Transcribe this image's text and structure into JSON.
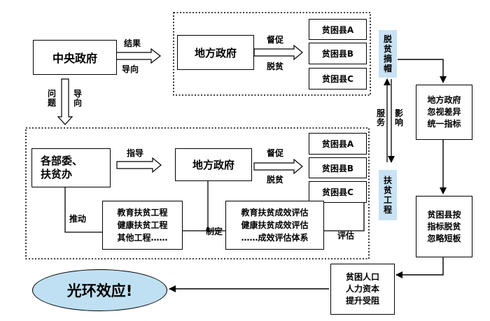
{
  "central_gov": "中央政府",
  "top": {
    "arrow_label_top": "结果",
    "arrow_label_bottom": "导向",
    "local_gov": "地方政府",
    "supervise_top": "督促",
    "supervise_bottom": "脱贫",
    "counties": [
      "贫困县A",
      "贫困县B",
      "贫困县C"
    ]
  },
  "down_arrow_labels": [
    "问题",
    "导向"
  ],
  "bottom": {
    "departments": [
      "各部委、",
      "扶贫办"
    ],
    "guide_label": "指导",
    "local_gov": "地方政府",
    "supervise_top": "督促",
    "supervise_bottom": "脱贫",
    "counties": [
      "贫困县A",
      "贫困县B",
      "贫困县C"
    ],
    "push_label": "推动",
    "projects": [
      "教育扶贫工程",
      "健康扶贫工程",
      "其他工程……"
    ],
    "formulate_label": "制定",
    "evaluations": [
      "教育扶贫成效评估",
      "健康扶贫成效评估",
      "……成效评估体系"
    ],
    "evaluate_label": "评估"
  },
  "middle": {
    "exit_poverty": "脱贫摘帽",
    "poverty_project": "扶贫工程",
    "serve_label": "服务",
    "influence_label": "影响"
  },
  "right": {
    "box1": [
      "地方政府",
      "忽视差异",
      "统一指标"
    ],
    "box2": [
      "贫困县按",
      "指标脱贫",
      "忽略短板"
    ],
    "box3": [
      "贫困人口",
      "人力资本",
      "提升受阻"
    ]
  },
  "halo": "光环效应!"
}
